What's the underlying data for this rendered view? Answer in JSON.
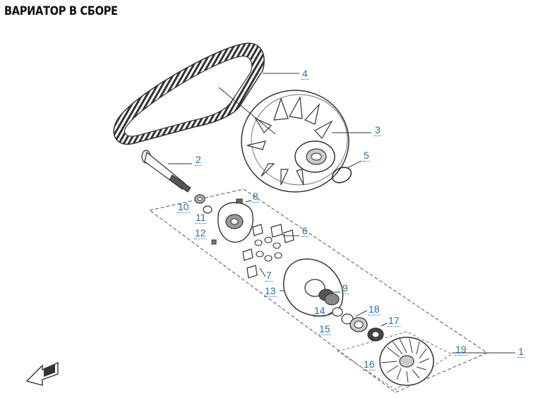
{
  "title": "ВАРИАТОР В СБОРЕ",
  "colors": {
    "callout": "#2a6ea6",
    "line": "#333333",
    "outline": "#444444"
  },
  "callouts": {
    "c1": "1",
    "c2": "2",
    "c3": "3",
    "c4": "4",
    "c5": "5",
    "c6": "6",
    "c7": "7",
    "c8": "8",
    "c9": "9",
    "c10": "10",
    "c11": "11",
    "c12": "12",
    "c13": "13",
    "c14": "14",
    "c15": "15",
    "c16": "16",
    "c17": "17",
    "c18": "18",
    "c19": "19"
  },
  "direction_icon": "front-arrow-icon"
}
